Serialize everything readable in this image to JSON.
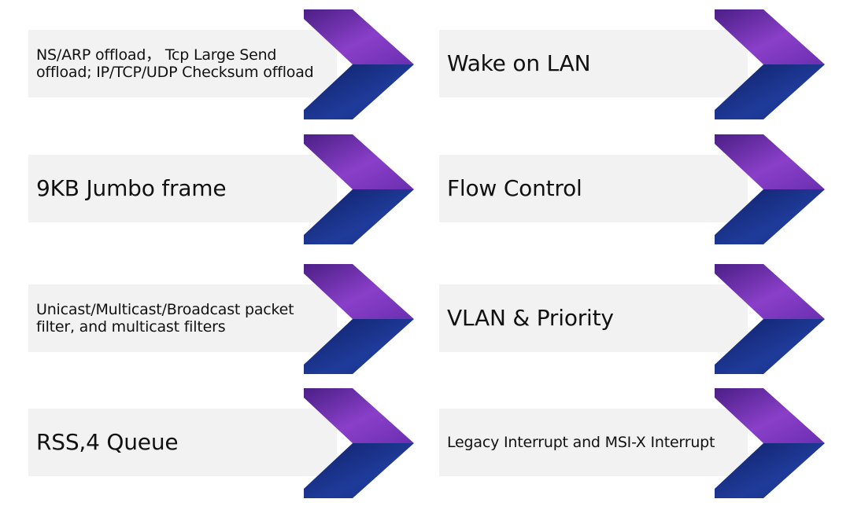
{
  "features": [
    {
      "text": "NS/ARP offload， Tcp Large Send offload; IP/TCP/UDP Checksum offload"
    },
    {
      "text": "Wake on LAN"
    },
    {
      "text": "9KB Jumbo frame"
    },
    {
      "text": "Flow Control"
    },
    {
      "text": "Unicast/Multicast/Broadcast packet filter, and multicast filters"
    },
    {
      "text": "VLAN & Priority"
    },
    {
      "text": "RSS,4 Queue"
    },
    {
      "text": "Legacy Interrupt and MSI-X Interrupt"
    }
  ],
  "colors": {
    "box": "#f2f2f2",
    "text": "#111111",
    "chevron_top_light": "#8a3fc9",
    "chevron_top_dark": "#4b1f86",
    "chevron_bottom_light": "#1f3b9a",
    "chevron_bottom_dark": "#0f1f66"
  }
}
